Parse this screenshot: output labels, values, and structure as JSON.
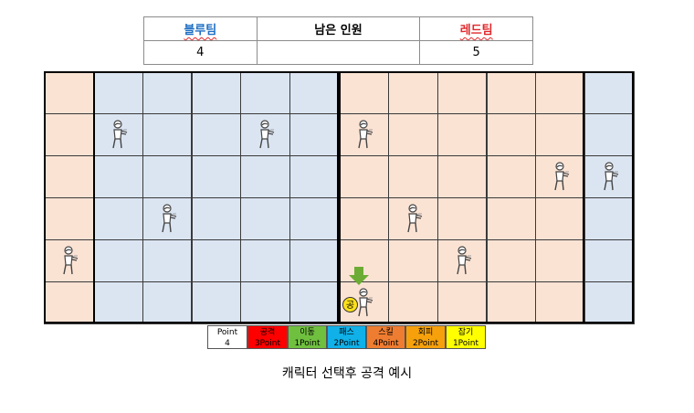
{
  "scoreboard": {
    "blue_label": "블루팀",
    "middle_label": "남은 인원",
    "red_label": "레드팀",
    "blue_count": "4",
    "middle_value": "",
    "red_count": "5"
  },
  "field": {
    "columns": 12,
    "rows": 6,
    "column_zones": [
      "red",
      "blue",
      "blue",
      "blue",
      "blue",
      "blue",
      "red",
      "red",
      "red",
      "red",
      "red",
      "blue"
    ],
    "zone_colors": {
      "blue": "#dbe5f2",
      "red": "#fbe3d4"
    },
    "blue_players": [
      {
        "col": 2,
        "row": 1
      },
      {
        "col": 5,
        "row": 1
      },
      {
        "col": 3,
        "row": 3
      },
      {
        "col": 1,
        "row": 4
      }
    ],
    "red_players": [
      {
        "col": 7,
        "row": 1
      },
      {
        "col": 11,
        "row": 2
      },
      {
        "col": 8,
        "row": 3
      },
      {
        "col": 9,
        "row": 4
      },
      {
        "col": 7,
        "row": 5
      }
    ],
    "extra_players": [
      {
        "col": 12,
        "row": 2
      }
    ],
    "selected_player": {
      "col": 7,
      "row": 5,
      "ball_label": "공"
    }
  },
  "legend": [
    {
      "line1": "Point",
      "line2": "4",
      "color": "#ffffff"
    },
    {
      "line1": "공격",
      "line2": "3Point",
      "color": "#ff0000"
    },
    {
      "line1": "이동",
      "line2": "1Point",
      "color": "#70c040"
    },
    {
      "line1": "패스",
      "line2": "2Point",
      "color": "#10b0e8"
    },
    {
      "line1": "스킬",
      "line2": "4Point",
      "color": "#ee7d31"
    },
    {
      "line1": "회피",
      "line2": "2Point",
      "color": "#f6a10c"
    },
    {
      "line1": "잡기",
      "line2": "1Point",
      "color": "#ffff00"
    }
  ],
  "caption": "캐릭터 선택후 공격 예시",
  "icons": {
    "player": "player-figure-icon",
    "ball": "ball-icon",
    "arrow": "selection-arrow-icon"
  }
}
